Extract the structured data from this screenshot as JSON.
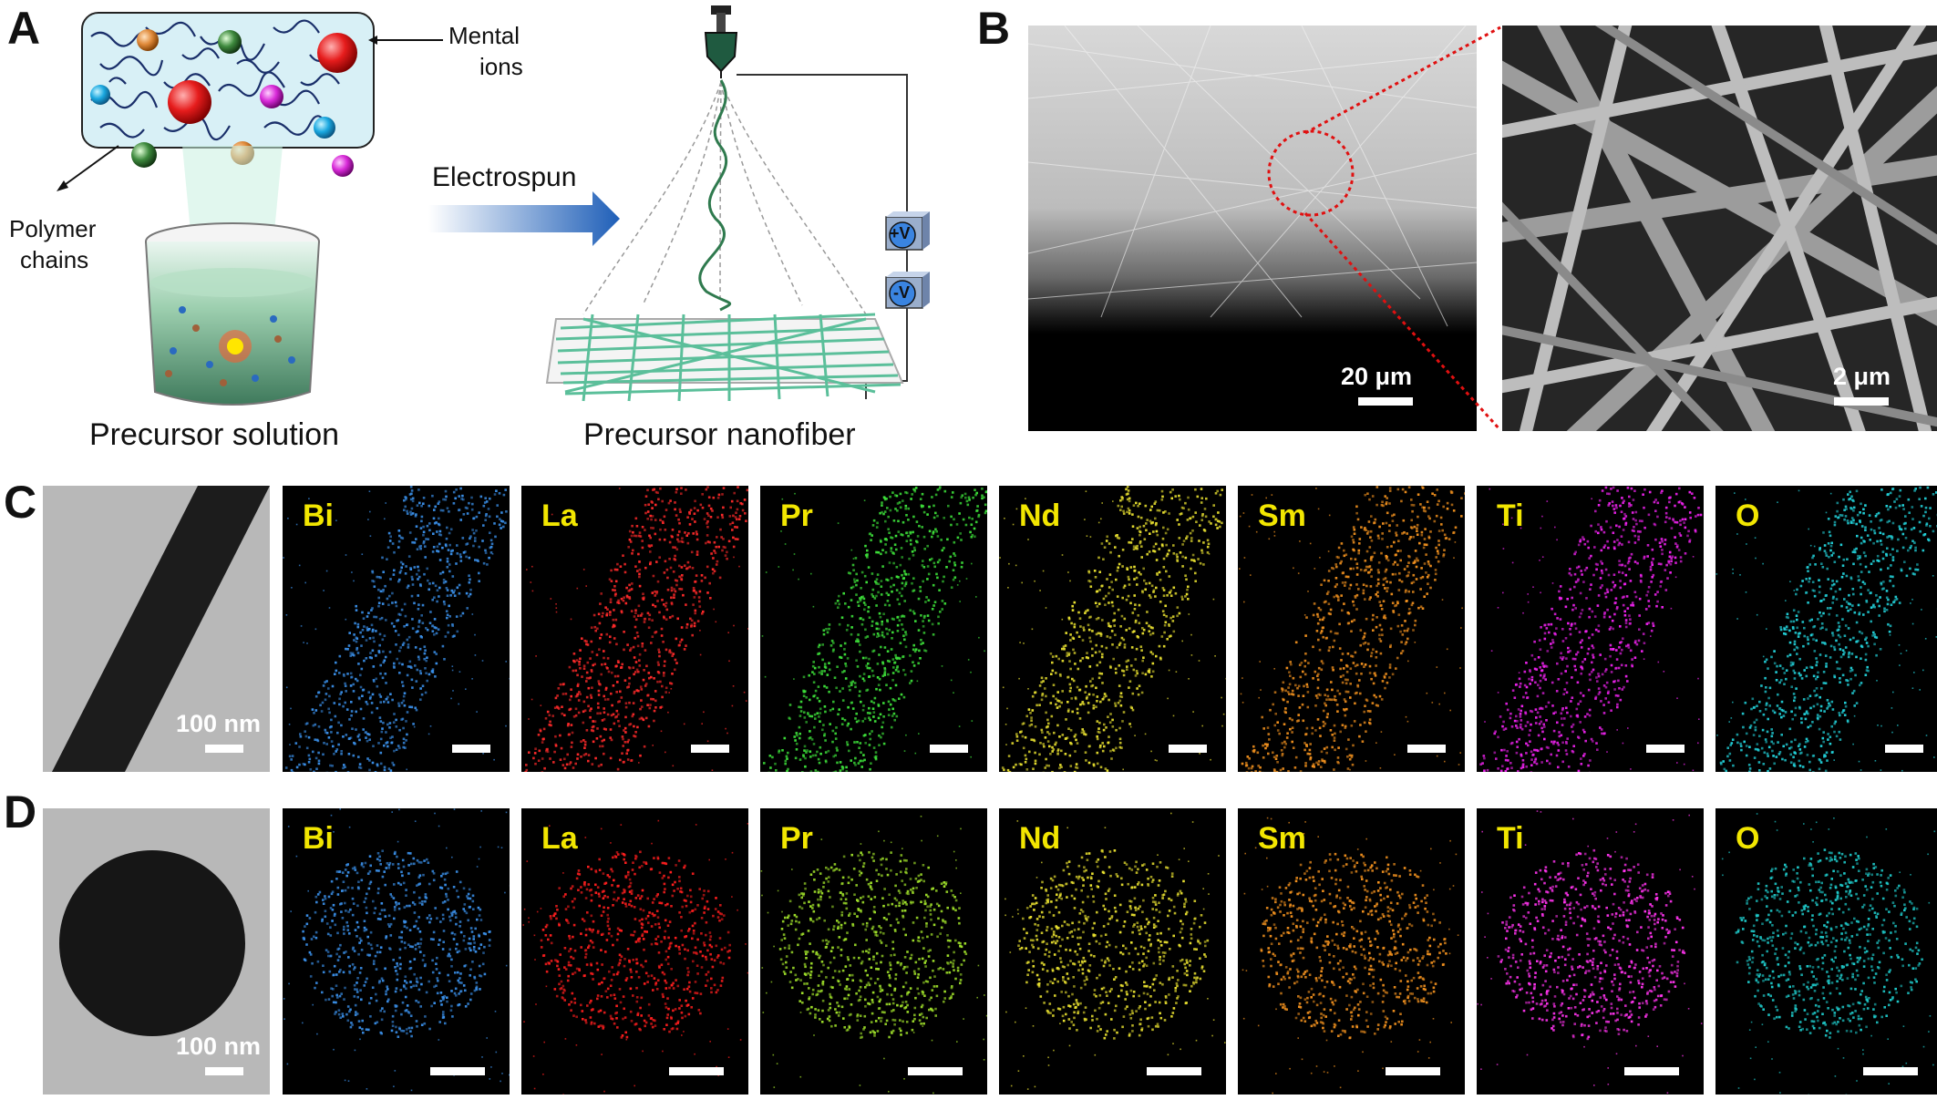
{
  "panels": {
    "a": "A",
    "b": "B",
    "c": "C",
    "d": "D"
  },
  "schematic": {
    "metal_ions_label": "Mental ions",
    "metal_ions_line1": "Mental",
    "metal_ions_line2": "ions",
    "polymer_label_line1": "Polymer",
    "polymer_label_line2": "chains",
    "arrow_label": "Electrospun",
    "solution_caption": "Precursor solution",
    "nanofiber_caption": "Precursor nanofiber",
    "positive_voltage": "+V",
    "negative_voltage": "-V"
  },
  "sem": {
    "low_mag_scale": "20 μm",
    "high_mag_scale": "2 μm"
  },
  "mapping": {
    "tem_scale": "100 nm",
    "elements": [
      {
        "symbol": "Bi",
        "color": "#3a8fe8"
      },
      {
        "symbol": "La",
        "color": "#ff2a2a"
      },
      {
        "symbol": "Pr",
        "color": "#3de03a"
      },
      {
        "symbol": "Nd",
        "color": "#e8e030"
      },
      {
        "symbol": "Sm",
        "color": "#f0901e"
      },
      {
        "symbol": "Ti",
        "color": "#ee22ee"
      },
      {
        "symbol": "O",
        "color": "#22d0d8"
      }
    ],
    "sphere_colors": [
      "#3a8fe8",
      "#ff1e1e",
      "#9fe02a",
      "#e8e030",
      "#f0901e",
      "#ff33ee",
      "#1ec8c8"
    ]
  }
}
